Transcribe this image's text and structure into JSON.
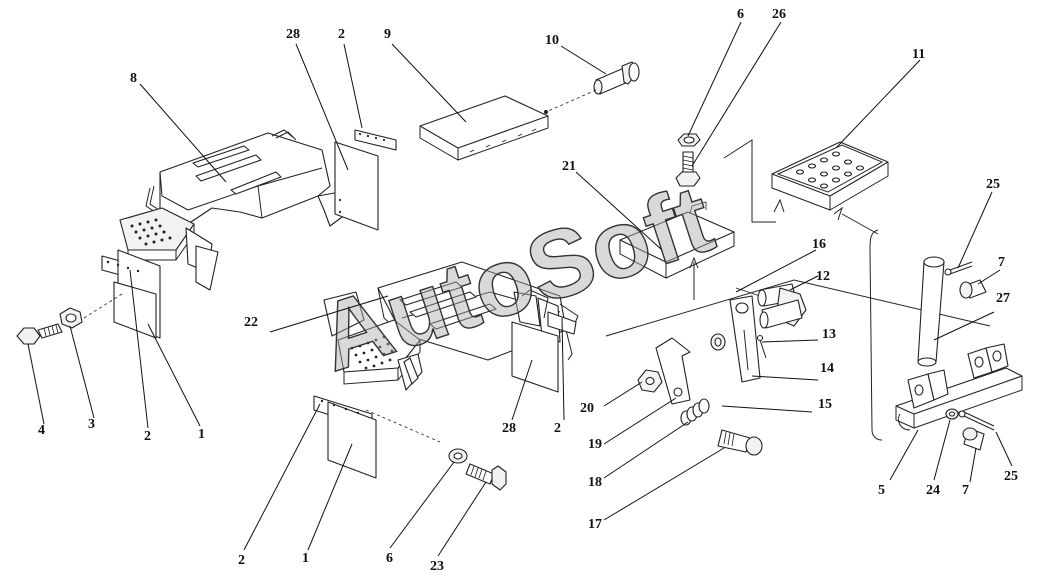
{
  "watermark": "AutoSoft",
  "callouts": [
    {
      "id": "c-28-top",
      "label": "28"
    },
    {
      "id": "c-2-top",
      "label": "2"
    },
    {
      "id": "c-9",
      "label": "9"
    },
    {
      "id": "c-10",
      "label": "10"
    },
    {
      "id": "c-6-top",
      "label": "6"
    },
    {
      "id": "c-26",
      "label": "26"
    },
    {
      "id": "c-11",
      "label": "11"
    },
    {
      "id": "c-8",
      "label": "8"
    },
    {
      "id": "c-21",
      "label": "21"
    },
    {
      "id": "c-25-top",
      "label": "25"
    },
    {
      "id": "c-16",
      "label": "16"
    },
    {
      "id": "c-12",
      "label": "12"
    },
    {
      "id": "c-7-top",
      "label": "7"
    },
    {
      "id": "c-27",
      "label": "27"
    },
    {
      "id": "c-22",
      "label": "22"
    },
    {
      "id": "c-13",
      "label": "13"
    },
    {
      "id": "c-14",
      "label": "14"
    },
    {
      "id": "c-15",
      "label": "15"
    },
    {
      "id": "c-20",
      "label": "20"
    },
    {
      "id": "c-19",
      "label": "19"
    },
    {
      "id": "c-18",
      "label": "18"
    },
    {
      "id": "c-17",
      "label": "17"
    },
    {
      "id": "c-4",
      "label": "4"
    },
    {
      "id": "c-3",
      "label": "3"
    },
    {
      "id": "c-2-left",
      "label": "2"
    },
    {
      "id": "c-1-left",
      "label": "1"
    },
    {
      "id": "c-28-mid",
      "label": "28"
    },
    {
      "id": "c-2-mid",
      "label": "2"
    },
    {
      "id": "c-5",
      "label": "5"
    },
    {
      "id": "c-24",
      "label": "24"
    },
    {
      "id": "c-7-bottom",
      "label": "7"
    },
    {
      "id": "c-25-bottom",
      "label": "25"
    },
    {
      "id": "c-2-bottom",
      "label": "2"
    },
    {
      "id": "c-1-bottom",
      "label": "1"
    },
    {
      "id": "c-6-bottom",
      "label": "6"
    },
    {
      "id": "c-23",
      "label": "23"
    }
  ]
}
